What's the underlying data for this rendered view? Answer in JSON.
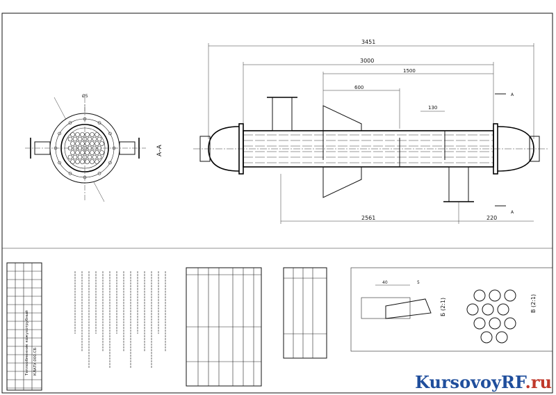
{
  "drawing": {
    "main_view_dims": {
      "total_length": "3451",
      "shell_length": "3000",
      "half_span": "1500",
      "baffle_span": "600",
      "partial_1": "130",
      "bottom_left": "2561",
      "bottom_right": "220"
    },
    "section_view": {
      "label": "А–А",
      "dim_top": "Ø5"
    },
    "section_cut_mark": "А",
    "detail_b": {
      "label": "Б (2:1)",
      "dim_1": "40",
      "dim_2": "5"
    },
    "detail_v": {
      "label": "В (2:1)"
    },
    "title_block": {
      "drawing_number": "КЛАТУ.000.СБ",
      "title": "Теплообменник кожухотрубный"
    }
  },
  "watermark": {
    "brand_main": "KursovoyRF",
    "brand_tld": ".ru",
    "brand_main_color": "#1f4e9c",
    "brand_tld_color": "#c0392b"
  }
}
